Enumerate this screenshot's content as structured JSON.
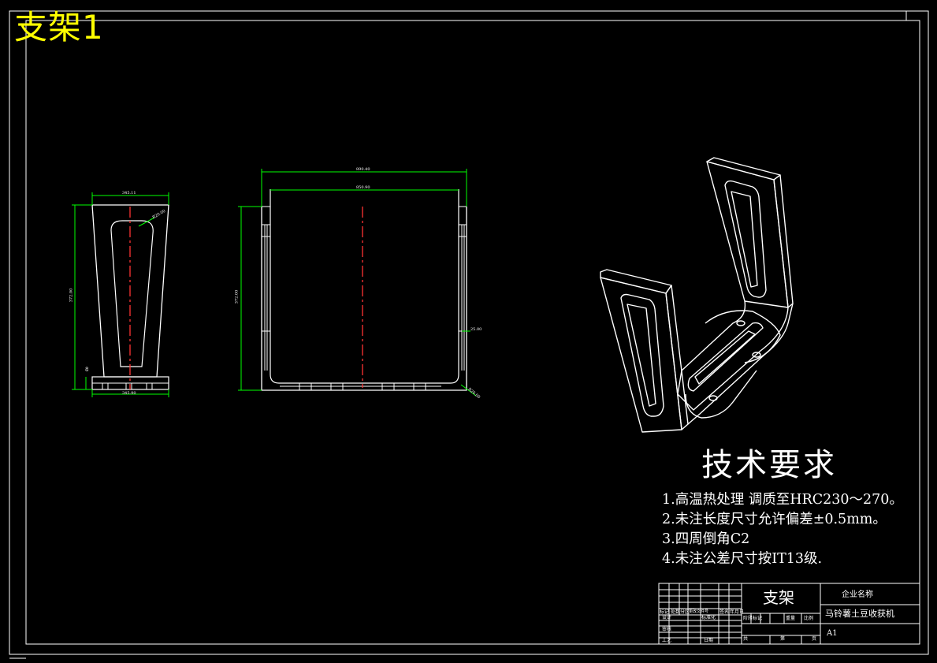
{
  "drawing": {
    "title": "支架1",
    "colors": {
      "background": "#000000",
      "lines": "#ffffff",
      "dimensions": "#00ff00",
      "centerline": "#ff0000",
      "title": "#ffff00"
    }
  },
  "views": {
    "side_view": {
      "dim_top_width": "345.11",
      "dim_bottom_width": "345.90",
      "dim_height": "372.00",
      "dim_radius": "R20.00",
      "dim_base": "8"
    },
    "front_view": {
      "dim_outer_width": "890.40",
      "dim_inner_width": "850.90",
      "dim_height": "372.00",
      "dim_side": "25.00",
      "dim_radius": "R20.00"
    },
    "iso_view": {
      "label": ""
    }
  },
  "tech_requirements": {
    "title": "技术要求",
    "items": [
      "1.高温热处理 调质至HRC230～270。",
      "2.未注长度尺寸允许偏差±0.5mm。",
      "3.四周倒角C2",
      "4.未注公差尺寸按IT13级."
    ]
  },
  "title_block": {
    "part_name": "支架",
    "company": "企业名称",
    "product": "马铃薯土豆收获机",
    "sheet_size": "A1",
    "row_labels": [
      "标记",
      "处数",
      "分区",
      "更改文件号",
      "签名",
      "年月日"
    ],
    "designer_label": "设计",
    "standardized_label": "标准化",
    "review_label": "审核",
    "process_label": "工艺",
    "date_label": "日期",
    "stage_headers": [
      "阶段标记",
      "重量",
      "比例"
    ],
    "sheet_total": "共",
    "sheet_unit": "页",
    "sheet_no": "第"
  }
}
